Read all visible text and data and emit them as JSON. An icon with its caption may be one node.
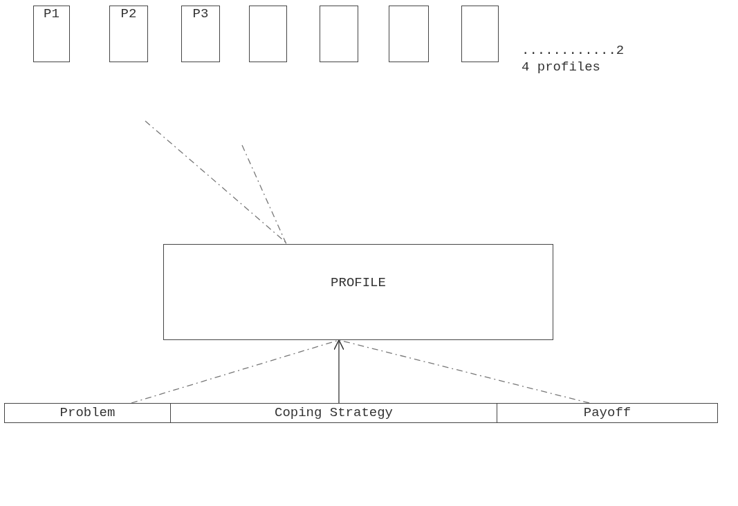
{
  "diagram": {
    "nodes": [
      {
        "text": [
          "P1"
        ]
      },
      {
        "text": [
          "P2"
        ]
      },
      {
        "text": [
          "P3"
        ]
      },
      {
        "text": [],
        "shape": "box"
      },
      {
        "text": [],
        "shape": "box"
      },
      {
        "text": [],
        "shape": "box"
      },
      {
        "text": [],
        "shape": "box"
      },
      {
        "text": [
          "PROFILE"
        ]
      },
      {
        "text": [
          "Problem"
        ]
      },
      {
        "text": [
          "Coping Strategy"
        ]
      },
      {
        "text": [
          "Payoff"
        ]
      }
    ],
    "edges": [
      {
        "from": null,
        "to": 7,
        "arrow": "none",
        "style": "dashed"
      },
      {
        "from": null,
        "to": 7,
        "arrow": "none",
        "style": "dashed"
      },
      {
        "from": 8,
        "to": 7,
        "arrow": "none",
        "style": "dashed"
      },
      {
        "from": 9,
        "to": 7,
        "arrow": "to"
      },
      {
        "from": 10,
        "to": 7,
        "arrow": "none",
        "style": "dashed"
      }
    ],
    "labels": [
      "............2",
      "4 profiles"
    ]
  }
}
